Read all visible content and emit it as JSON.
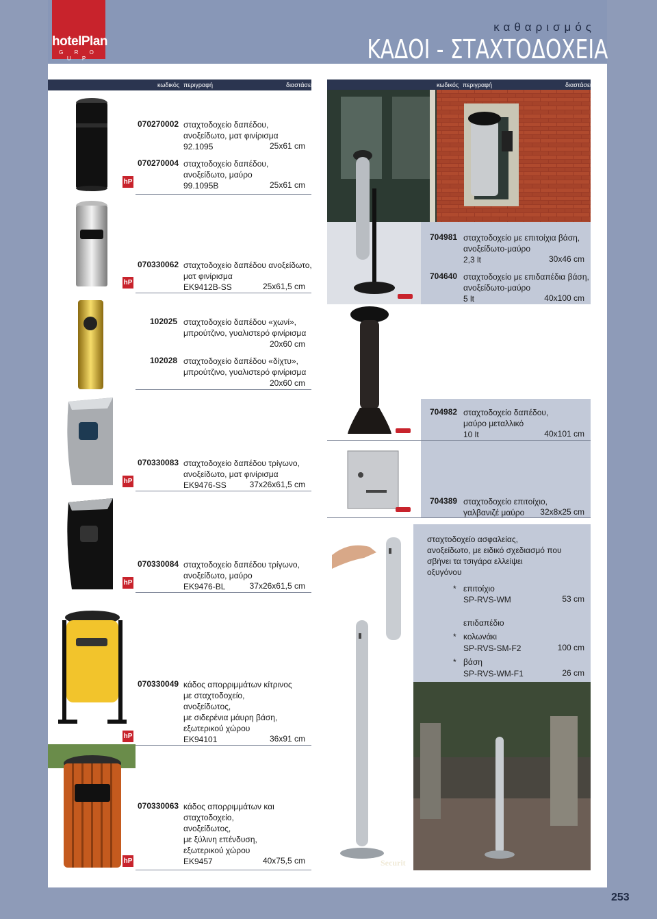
{
  "brand": {
    "name": "hotelPlan",
    "group": "G R O U P"
  },
  "header": {
    "supertitle": "καθαρισμός",
    "title": "ΚΑΔΟΙ - ΣΤΑΧΤΟΔΟΧΕΙΑ"
  },
  "table_header": {
    "code": "κωδικός",
    "description": "περιγραφή",
    "dimensions": "διαστάσεις"
  },
  "left_items": [
    {
      "code": "070270002",
      "desc": "σταχτοδοχείο δαπέδου,\nανοξείδωτο, ματ φινίρισμα\n92.1095",
      "dim": "25x61 cm"
    },
    {
      "code": "070270004",
      "desc": "σταχτοδοχείο δαπέδου,\nανοξείδωτο, μαύρο\n99.1095B",
      "dim": "25x61 cm"
    },
    {
      "code": "070330062",
      "desc": "σταχτοδοχείο δαπέδου ανοξείδωτο,\nματ φινίρισμα\nEK9412B-SS",
      "dim": "25x61,5 cm"
    },
    {
      "code": "102025",
      "desc": "σταχτοδοχείο δαπέδου «χωνί»,\nμπρούτζινο, γυαλιστερό φινίρισμα",
      "dim": "20x60 cm"
    },
    {
      "code": "102028",
      "desc": "σταχτοδοχείο δαπέδου «δίχτυ»,\nμπρούτζινο, γυαλιστερό φινίρισμα",
      "dim": "20x60 cm"
    },
    {
      "code": "070330083",
      "desc": "σταχτοδοχείο δαπέδου τρίγωνο,\nανοξείδωτο, ματ φινίρισμα\nEK9476-SS",
      "dim": "37x26x61,5 cm"
    },
    {
      "code": "070330084",
      "desc": "σταχτοδοχείο δαπέδου τρίγωνο,\nανοξείδωτο, μαύρο\nEK9476-BL",
      "dim": "37x26x61,5 cm"
    },
    {
      "code": "070330049",
      "desc": "κάδος απορριμμάτων κίτρινος\nμε σταχτοδοχείο,\nανοξείδωτος,\nμε σιδερένια μάυρη βάση,\nεξωτερικού χώρου\nEK94101",
      "dim": "36x91 cm"
    },
    {
      "code": "070330063",
      "desc": "κάδος απορριμμάτων και\nσταχτοδοχείο,\nανοξείδωτος,\nμε ξύλινη επένδυση,\nεξωτερικού χώρου\nEK9457",
      "dim": "40x75,5 cm"
    }
  ],
  "right_items": [
    {
      "code": "704981",
      "desc": "σταχτοδοχείο με επιτοίχια βάση,\nανοξείδωτο-μαύρο\n2,3 lt",
      "dim": "30x46 cm"
    },
    {
      "code": "704640",
      "desc": "σταχτοδοχείο με επιδαπέδια βάση,\nανοξείδωτο-μαύρο\n5 lt",
      "dim": "40x100 cm"
    },
    {
      "code": "704982",
      "desc": "σταχτοδοχείο δαπέδου,\nμαύρο μεταλλικό\n10 lt",
      "dim": "40x101 cm"
    },
    {
      "code": "704389",
      "desc": "σταχτοδοχείο επιτοίχιο,\nγαλβανιζέ μαύρο",
      "dim": "32x8x25 cm"
    }
  ],
  "security": {
    "intro": "σταχτοδοχείο ασφαλείας,\nανοξείδωτο, με ειδικό σχεδιασμό που\nσβήνει τα τσιγάρα ελλείψει\nοξυγόνου",
    "wall_label": "επιτοίχιο",
    "wall_code": "SP-RVS-WM",
    "wall_dim": "53 cm",
    "floor_label": "επιδαπέδιο",
    "column_label": "κολωνάκι",
    "column_code": "SP-RVS-SM-F2",
    "column_dim": "100 cm",
    "base_label": "βάση",
    "base_code": "SP-RVS-WM-F1",
    "base_dim": "26 cm",
    "bullet": "*"
  },
  "badge": "hP",
  "photo_caption": "Securit",
  "page_number": "253",
  "colors": {
    "accent": "#c8232c",
    "header": "#8897b7",
    "panel": "#c2c9d8",
    "bar": "#2b3550"
  }
}
